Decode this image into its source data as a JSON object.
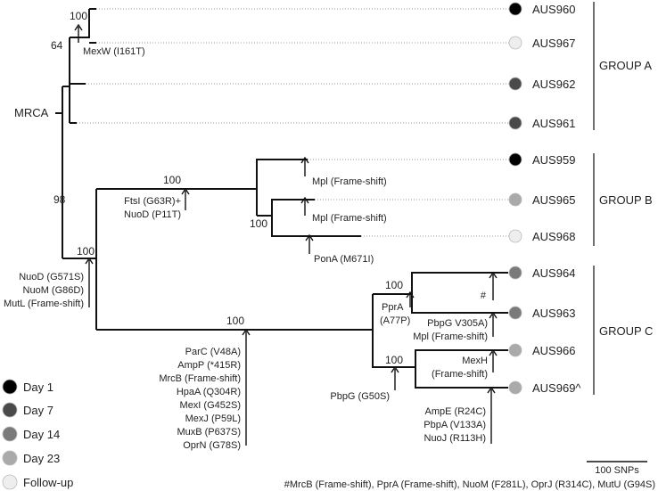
{
  "root_label": "MRCA",
  "bootstrap": {
    "b_mexw": "100",
    "b_groupa": "64",
    "b_root": "98",
    "b_ab": "100",
    "b_groupb": "100",
    "b_b_inner": "100",
    "b_groupc": "100",
    "b_c_upper": "100",
    "b_c_lower": "100"
  },
  "tips": [
    {
      "label": "AUS960",
      "color": "#000000"
    },
    {
      "label": "AUS967",
      "color": "#eeeeee"
    },
    {
      "label": "AUS962",
      "color": "#4a4a4a"
    },
    {
      "label": "AUS961",
      "color": "#4a4a4a"
    },
    {
      "label": "AUS959",
      "color": "#000000"
    },
    {
      "label": "AUS965",
      "color": "#aaaaaa"
    },
    {
      "label": "AUS968",
      "color": "#eeeeee"
    },
    {
      "label": "AUS964",
      "color": "#7a7a7a"
    },
    {
      "label": "AUS963",
      "color": "#7a7a7a"
    },
    {
      "label": "AUS966",
      "color": "#aaaaaa"
    },
    {
      "label": "AUS969^",
      "color": "#aaaaaa"
    }
  ],
  "groups": [
    "GROUP A",
    "GROUP B",
    "GROUP C"
  ],
  "mutations": {
    "mexw": [
      "MexW (I161T)"
    ],
    "groupb": [
      "FtsI (G63R)+",
      "NuoD (P11T)"
    ],
    "mpl1": [
      "Mpl (Frame-shift)"
    ],
    "mpl2": [
      "Mpl (Frame-shift)"
    ],
    "pona": [
      "PonA (M671I)"
    ],
    "stem": [
      "NuoD (G571S)",
      "NuoM (G86D)",
      "MutL (Frame-shift)"
    ],
    "groupc": [
      "ParC (V48A)",
      "AmpP (*415R)",
      "MrcB (Frame-shift)",
      "HpaA (Q304R)",
      "MexI (G452S)",
      "MexJ (P59L)",
      "MuxB (P637S)",
      "OprN (G78S)"
    ],
    "ppra": [
      "PprA",
      "(A77P)"
    ],
    "hash": [
      "#"
    ],
    "aus963": [
      "PbpG V305A)",
      "Mpl (Frame-shift)"
    ],
    "mexh": [
      "MexH",
      "(Frame-shift)"
    ],
    "pbpg": [
      "PbpG (G50S)"
    ],
    "aus969": [
      "AmpE (R24C)",
      "PbpA (V133A)",
      "NuoJ (R113H)"
    ]
  },
  "legend": [
    {
      "label": "Day 1",
      "color": "#000000"
    },
    {
      "label": "Day 7",
      "color": "#4a4a4a"
    },
    {
      "label": "Day 14",
      "color": "#7a7a7a"
    },
    {
      "label": "Day 23",
      "color": "#aaaaaa"
    },
    {
      "label": "Follow-up",
      "color": "#eeeeee"
    }
  ],
  "scale_label": "100 SNPs",
  "footnote": "#MrcB (Frame-shift), PprA (Frame-shift), NuoM (F281L), OprJ (R314C), MutU (G94S)"
}
